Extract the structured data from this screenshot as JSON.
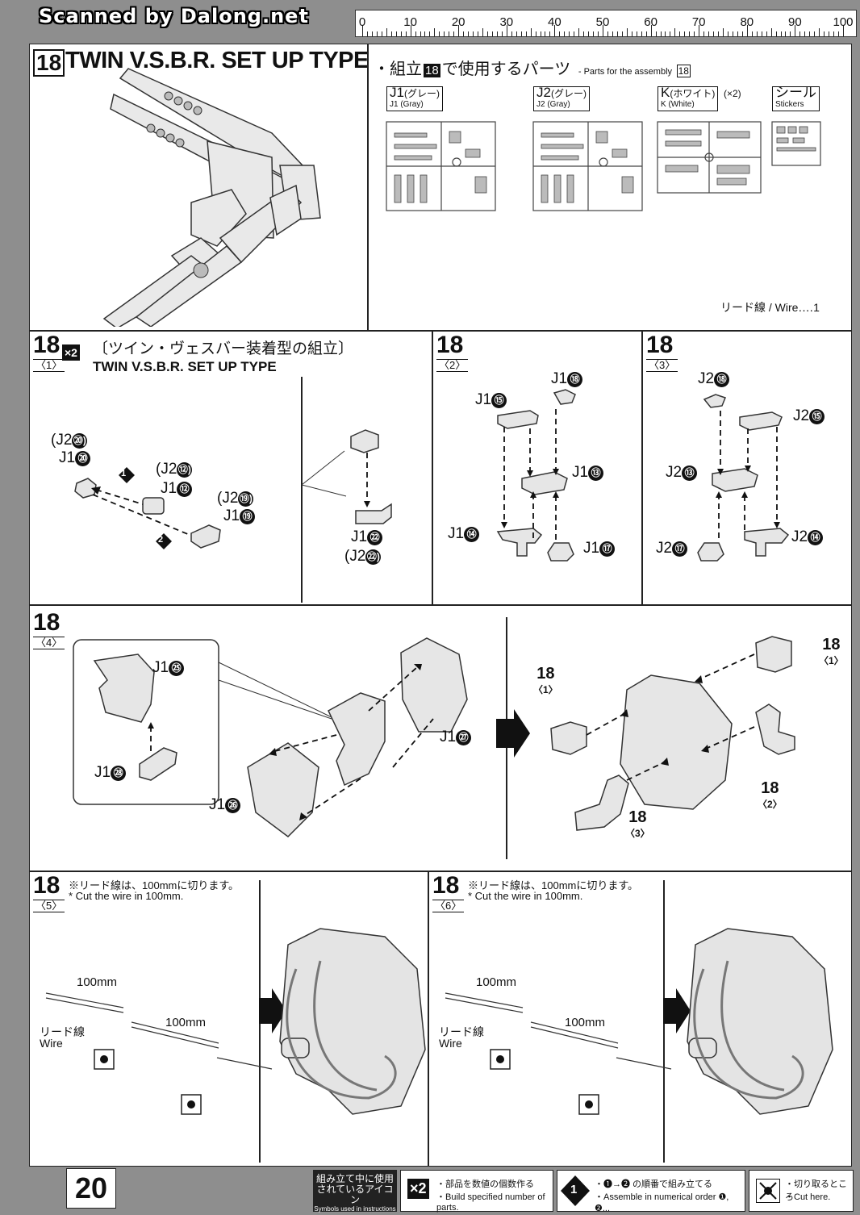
{
  "header": {
    "scanner_credit": "Scanned by Dalong.net",
    "ruler_ticks": [
      "0",
      "10",
      "20",
      "30",
      "40",
      "50",
      "60",
      "70",
      "80",
      "90",
      "100"
    ]
  },
  "top": {
    "step": "18",
    "title": "TWIN V.S.B.R. SET UP TYPE",
    "parts_heading_jp": "・組立",
    "parts_heading_jp2": "で使用するパーツ",
    "parts_heading_en": "- Parts for the assembly",
    "runners": [
      {
        "code": "J1",
        "jp": "(グレー)",
        "en": "J1 (Gray)",
        "count": ""
      },
      {
        "code": "J2",
        "jp": "(グレー)",
        "en": "J2 (Gray)",
        "count": ""
      },
      {
        "code": "K",
        "jp": "(ホワイト)",
        "en": "K (White)",
        "count": "(×2)"
      },
      {
        "code": "シール",
        "jp": "",
        "en": "Stickers",
        "count": ""
      }
    ],
    "wire_note": "リード線 / Wire‥‥1"
  },
  "s1": {
    "step": "18",
    "sub": "〈1〉",
    "mult": "×2",
    "title_jp": "〔ツイン・ヴェスバー装着型の組立〕",
    "title_en": "TWIN V.S.B.R. SET UP TYPE",
    "labels": [
      "(J2",
      "⑳)",
      "J1",
      "⑳",
      "(J2",
      "⑫)",
      "J1",
      "⑫",
      "(J2",
      "⑲)",
      "J1",
      "⑲",
      "J1",
      "㉒",
      "(J2",
      "㉒)"
    ],
    "order": [
      "1",
      "2"
    ]
  },
  "s2": {
    "step": "18",
    "sub": "〈2〉",
    "labels": [
      "J1",
      "⑱",
      "J1",
      "⑮",
      "J1",
      "⑬",
      "J1",
      "⑭",
      "J1",
      "⑰"
    ]
  },
  "s3": {
    "step": "18",
    "sub": "〈3〉",
    "labels": [
      "J2",
      "⑱",
      "J2",
      "⑮",
      "J2",
      "⑬",
      "J2",
      "⑰",
      "J2",
      "⑭"
    ]
  },
  "s4": {
    "step": "18",
    "sub": "〈4〉",
    "labels": [
      "J1",
      "㉕",
      "J1",
      "㉘",
      "J1",
      "㉖",
      "J1",
      "㉗"
    ],
    "refs": [
      [
        "18",
        "〈1〉"
      ],
      [
        "18",
        "〈1〉"
      ],
      [
        "18",
        "〈2〉"
      ],
      [
        "18",
        "〈3〉"
      ]
    ]
  },
  "s5": {
    "step": "18",
    "sub": "〈5〉",
    "note_jp": "※リード線は、100mmに切ります。",
    "note_en": "* Cut the wire in 100mm.",
    "len1": "100mm",
    "len2": "100mm",
    "wire_jp": "リード線",
    "wire_en": "Wire"
  },
  "s6": {
    "step": "18",
    "sub": "〈6〉",
    "note_jp": "※リード線は、100mmに切ります。",
    "note_en": "* Cut the wire in 100mm.",
    "len1": "100mm",
    "len2": "100mm",
    "wire_jp": "リード線",
    "wire_en": "Wire"
  },
  "footer": {
    "page": "20",
    "icons_jp1": "組み立て中に使用",
    "icons_jp2": "されているアイコン",
    "icons_en": "Symbols used in instructions",
    "mult": "×2",
    "mult_jp": "・部品を数値の個数作る",
    "mult_en": "・Build specified number of parts.",
    "order_num": "1",
    "order_jp": "・❶→❷ の順番で組み立てる",
    "order_en": "・Assemble in numerical order ❶, ❷...",
    "cut_jp": "・切り取るところ",
    "cut_en": "・Cut here."
  }
}
